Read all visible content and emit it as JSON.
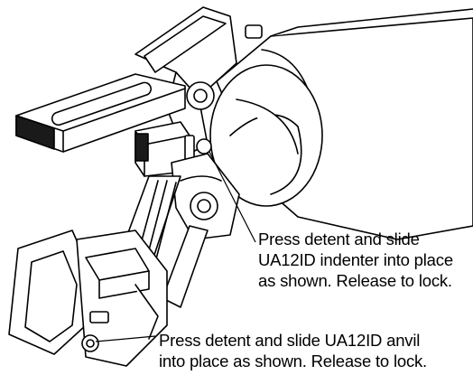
{
  "callouts": {
    "indenter": {
      "lines": [
        "Press detent and slide",
        "UA12ID indenter into place",
        "as shown. Release to lock."
      ]
    },
    "anvil": {
      "lines": [
        "Press detent and slide UA12ID anvil",
        "into place as shown. Release to lock."
      ]
    }
  },
  "colors": {
    "ink": "#000000",
    "paper": "#ffffff",
    "shade": "#1a1a1a"
  }
}
